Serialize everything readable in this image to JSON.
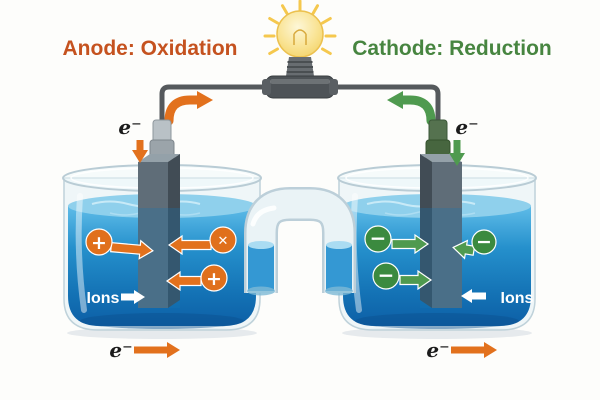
{
  "titles": {
    "anode": "Anode: Oxidation",
    "cathode": "Cathode: Reduction"
  },
  "labels": {
    "electron": "e⁻",
    "ions": "Ions"
  },
  "ion_glyphs": {
    "plus": "+",
    "cross": "✕",
    "minus": "−"
  },
  "icons": {
    "bulb": "light-bulb",
    "orange_curved_arrow": "curved-right-arrow",
    "green_curved_arrow": "curved-left-arrow",
    "electron_down_arrow": "down-arrow",
    "electron_flow_arrow": "right-arrow",
    "ions_arrow": "horizontal-arrow"
  },
  "colors": {
    "anode_text": "#c5521f",
    "cathode_text": "#478540",
    "orange_arrow": "#e2711d",
    "orange_ion": "#e0701c",
    "green_arrow": "#4f9a4f",
    "green_ion": "#3b8a3f",
    "wire_gray": "#55595c",
    "electrode_gray": "#5f6d78",
    "liquid_blue": "#1678bc",
    "bulb_yellow": "#f6d25e"
  }
}
